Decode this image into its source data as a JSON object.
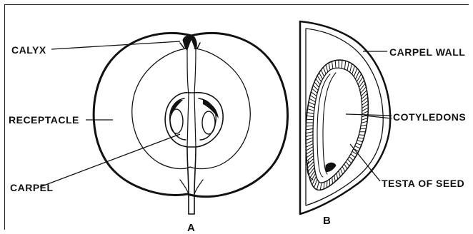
{
  "labels": {
    "calyx": "CALYX",
    "receptacle": "RECEPTACLE",
    "carpel": "CARPEL",
    "carpel_wall": "CARPEL WALL",
    "cotyledons": "COTYLEDONS",
    "testa_of_seed": "TESTA OF SEED"
  },
  "figures": {
    "a": "A",
    "b": "B"
  }
}
